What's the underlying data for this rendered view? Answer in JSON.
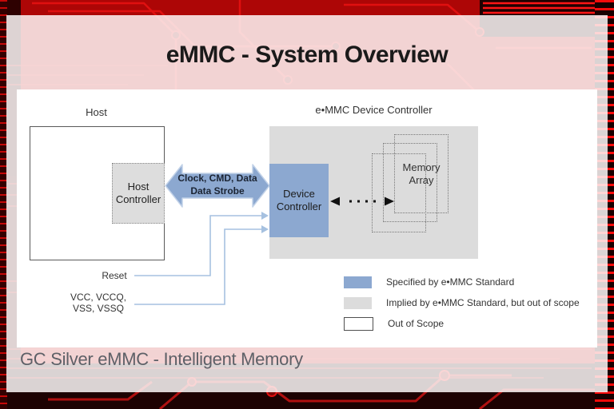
{
  "slide": {
    "title": "eMMC - System Overview",
    "footer": "GC Silver eMMC - Intelligent Memory"
  },
  "diagram": {
    "host": {
      "label": "Host",
      "controller": "Host Controller"
    },
    "bus_arrow": {
      "line1": "Clock, CMD, Data",
      "line2": "Data Strobe"
    },
    "device": {
      "heading": "e•MMC Device Controller",
      "controller": "Device Controller",
      "memory": "Memory Array"
    },
    "signals": {
      "reset": "Reset",
      "power_line1": "VCC, VCCQ,",
      "power_line2": "VSS, VSSQ"
    },
    "legend": [
      {
        "label": "Specified by e•MMC Standard",
        "color": "#8ca8d0"
      },
      {
        "label": "Implied by e•MMC Standard, but out of scope",
        "color": "#dcdcdc"
      },
      {
        "label": "Out of Scope",
        "color": "#ffffff"
      }
    ]
  }
}
